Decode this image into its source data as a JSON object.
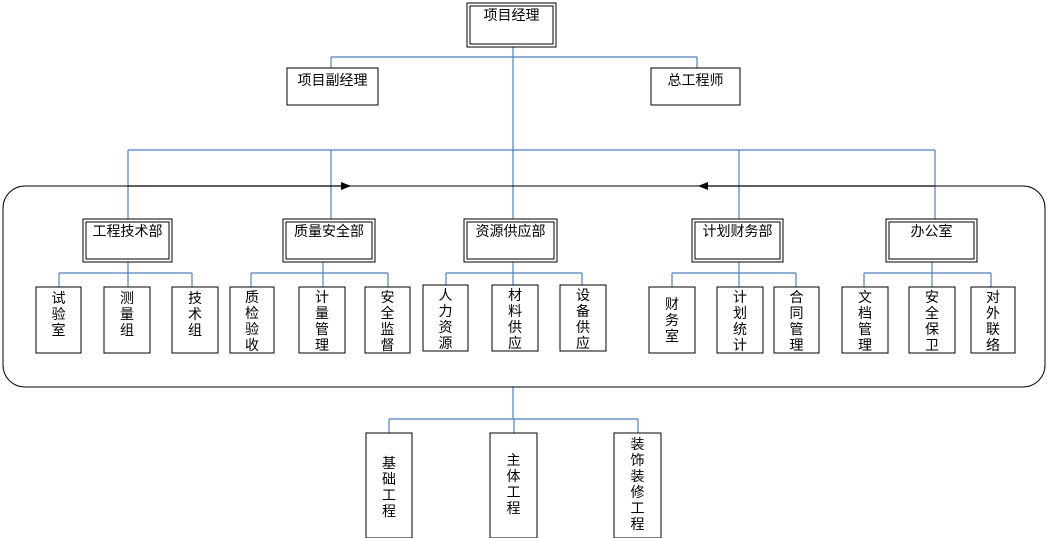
{
  "colors": {
    "connector": "#4f81bd",
    "border": "#000000",
    "background": "#ffffff"
  },
  "nodes": {
    "manager": "项目经理",
    "deputy_manager": "项目副经理",
    "chief_engineer": "总工程师"
  },
  "departments": [
    {
      "name": "工程技术部",
      "units": [
        "试验室",
        "测量组",
        "技术组"
      ]
    },
    {
      "name": "质量安全部",
      "units": [
        "质检验收",
        "计量管理",
        "安全监督"
      ]
    },
    {
      "name": "资源供应部",
      "units": [
        "人力资源",
        "材料供应",
        "设备供应"
      ]
    },
    {
      "name": "计划财务部",
      "units": [
        "财务室",
        "计划统计",
        "合同管理"
      ]
    },
    {
      "name": "办公室",
      "units": [
        "文档管理",
        "安全保卫",
        "对外联络"
      ]
    }
  ],
  "work_units": [
    "基础工程",
    "主体工程",
    "装饰装修工程"
  ]
}
